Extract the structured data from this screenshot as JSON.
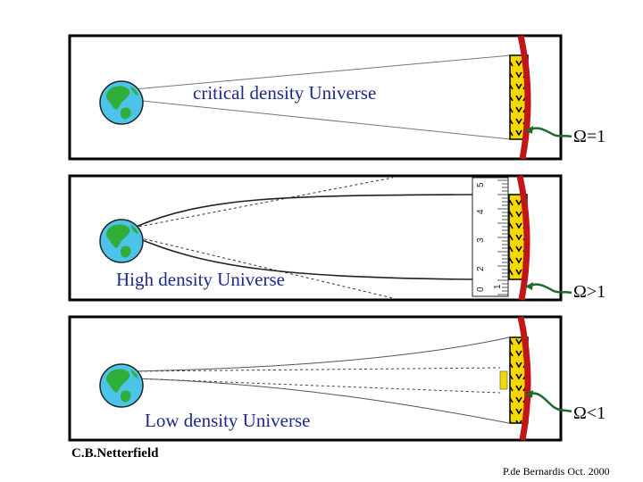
{
  "colors": {
    "label_blue": "#1a2a8a",
    "frame": "#000000",
    "ruler_yellow": "#f5d800",
    "curve_red": "#c0161a",
    "earth_ocean": "#4cc3e8",
    "earth_land": "#2fae3a",
    "arrow_green": "#1d6b2a"
  },
  "panels": [
    {
      "id": "critical",
      "label": "critical density Universe",
      "omega": "Ω=1"
    },
    {
      "id": "high",
      "label": "High density Universe",
      "omega": "Ω>1",
      "ruler_ticks": [
        "0",
        "1",
        "2",
        "3",
        "4",
        "5"
      ]
    },
    {
      "id": "low",
      "label": "Low density Universe",
      "omega": "Ω<1"
    }
  ],
  "credits": {
    "left": "C.B.Netterfield",
    "right": "P.de Bernardis Oct. 2000"
  },
  "icons": {
    "earth": "earth-globe-icon"
  }
}
